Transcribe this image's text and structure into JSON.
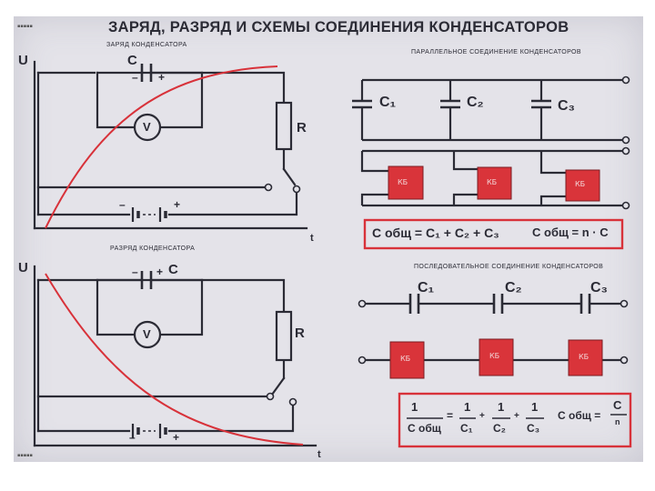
{
  "title": "ЗАРЯД, РАЗРЯД И СХЕМЫ СОЕДИНЕНИЯ КОНДЕНСАТОРОВ",
  "charge_panel": {
    "subtitle": "ЗАРЯД КОНДЕНСАТОРА",
    "u_label": "U",
    "t_label": "t",
    "c_label": "C",
    "r_label": "R",
    "v_label": "V",
    "cap_minus": "–",
    "cap_plus": "+",
    "bat_minus": "–",
    "bat_plus": "+"
  },
  "discharge_panel": {
    "subtitle": "РАЗРЯД КОНДЕНСАТОРА",
    "u_label": "U",
    "t_label": "t",
    "c_label": "C",
    "r_label": "R",
    "v_label": "V",
    "cap_minus": "–",
    "cap_plus": "+",
    "bat_minus": "–",
    "bat_plus": "+"
  },
  "parallel_panel": {
    "subtitle": "ПАРАЛЛЕЛЬНОЕ СОЕДИНЕНИЕ КОНДЕНСАТОРОВ",
    "caps": [
      "C₁",
      "C₂",
      "C₃"
    ],
    "blocks": [
      "КБ",
      "КБ",
      "КБ"
    ],
    "formula_sum": "C общ = C₁ + C₂ + C₃",
    "formula_n": "C общ = n · C"
  },
  "series_panel": {
    "subtitle": "ПОСЛЕДОВАТЕЛЬНОЕ СОЕДИНЕНИЕ КОНДЕНСАТОРОВ",
    "caps": [
      "C₁",
      "C₂",
      "C₃"
    ],
    "blocks": [
      "КБ",
      "КБ",
      "КБ"
    ],
    "frac_one": "1",
    "frac_total_den": "C общ",
    "frac_c1": "C₁",
    "frac_c2": "C₂",
    "frac_c3": "C₃",
    "formula_n_lhs": "C общ =",
    "formula_n_num": "C",
    "formula_n_den": "n"
  },
  "colors": {
    "poster_bg": "#e4e3e9",
    "ink": "#2b2b35",
    "curve_red": "#d8323a",
    "block_red": "#d9343a"
  }
}
